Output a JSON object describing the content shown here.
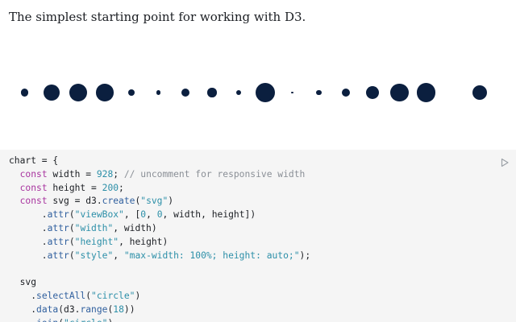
{
  "intro": "The simplest starting point for working with D3.",
  "dots": [
    {
      "r": 0.24
    },
    {
      "r": 0.49
    },
    {
      "r": 0.55
    },
    {
      "r": 0.53
    },
    {
      "r": 0.2
    },
    {
      "r": 0.14
    },
    {
      "r": 0.25
    },
    {
      "r": 0.28
    },
    {
      "r": 0.16
    },
    {
      "r": 0.59
    },
    {
      "r": 0.06
    },
    {
      "r": 0.17
    },
    {
      "r": 0.25
    },
    {
      "r": 0.39
    },
    {
      "r": 0.55
    },
    {
      "r": 0.58
    },
    {
      "r": 0.0
    },
    {
      "r": 0.45
    }
  ],
  "colors": {
    "dot": "#0b1f3f",
    "code_bg": "#f5f5f5"
  },
  "run_icon": "play-icon",
  "code": {
    "l1": [
      {
        "t": "chart = {",
        "c": ""
      }
    ],
    "l2": [
      {
        "t": "  ",
        "c": ""
      },
      {
        "t": "const",
        "c": "kw"
      },
      {
        "t": " width = ",
        "c": ""
      },
      {
        "t": "928",
        "c": "num"
      },
      {
        "t": "; ",
        "c": ""
      },
      {
        "t": "// uncomment for responsive width",
        "c": "cm"
      }
    ],
    "l3": [
      {
        "t": "  ",
        "c": ""
      },
      {
        "t": "const",
        "c": "kw"
      },
      {
        "t": " height = ",
        "c": ""
      },
      {
        "t": "200",
        "c": "num"
      },
      {
        "t": ";",
        "c": ""
      }
    ],
    "l4": [
      {
        "t": "  ",
        "c": ""
      },
      {
        "t": "const",
        "c": "kw"
      },
      {
        "t": " svg = d3.",
        "c": ""
      },
      {
        "t": "create",
        "c": "fn"
      },
      {
        "t": "(",
        "c": ""
      },
      {
        "t": "\"svg\"",
        "c": "str"
      },
      {
        "t": ")",
        "c": ""
      }
    ],
    "l5": [
      {
        "t": "      .",
        "c": ""
      },
      {
        "t": "attr",
        "c": "fn"
      },
      {
        "t": "(",
        "c": ""
      },
      {
        "t": "\"viewBox\"",
        "c": "str"
      },
      {
        "t": ", [",
        "c": ""
      },
      {
        "t": "0",
        "c": "num"
      },
      {
        "t": ", ",
        "c": ""
      },
      {
        "t": "0",
        "c": "num"
      },
      {
        "t": ", width, height])",
        "c": ""
      }
    ],
    "l6": [
      {
        "t": "      .",
        "c": ""
      },
      {
        "t": "attr",
        "c": "fn"
      },
      {
        "t": "(",
        "c": ""
      },
      {
        "t": "\"width\"",
        "c": "str"
      },
      {
        "t": ", width)",
        "c": ""
      }
    ],
    "l7": [
      {
        "t": "      .",
        "c": ""
      },
      {
        "t": "attr",
        "c": "fn"
      },
      {
        "t": "(",
        "c": ""
      },
      {
        "t": "\"height\"",
        "c": "str"
      },
      {
        "t": ", height)",
        "c": ""
      }
    ],
    "l8": [
      {
        "t": "      .",
        "c": ""
      },
      {
        "t": "attr",
        "c": "fn"
      },
      {
        "t": "(",
        "c": ""
      },
      {
        "t": "\"style\"",
        "c": "str"
      },
      {
        "t": ", ",
        "c": ""
      },
      {
        "t": "\"max-width: 100%; height: auto;\"",
        "c": "str"
      },
      {
        "t": ");",
        "c": ""
      }
    ],
    "l9": [
      {
        "t": "",
        "c": ""
      }
    ],
    "l10": [
      {
        "t": "  svg",
        "c": ""
      }
    ],
    "l11": [
      {
        "t": "    .",
        "c": ""
      },
      {
        "t": "selectAll",
        "c": "fn"
      },
      {
        "t": "(",
        "c": ""
      },
      {
        "t": "\"circle\"",
        "c": "str"
      },
      {
        "t": ")",
        "c": ""
      }
    ],
    "l12": [
      {
        "t": "    .",
        "c": ""
      },
      {
        "t": "data",
        "c": "fn"
      },
      {
        "t": "(d3.",
        "c": ""
      },
      {
        "t": "range",
        "c": "fn"
      },
      {
        "t": "(",
        "c": ""
      },
      {
        "t": "18",
        "c": "num"
      },
      {
        "t": "))",
        "c": ""
      }
    ],
    "l13": [
      {
        "t": "    .",
        "c": ""
      },
      {
        "t": "join",
        "c": "fn"
      },
      {
        "t": "(",
        "c": ""
      },
      {
        "t": "\"circle\"",
        "c": "str"
      },
      {
        "t": ")",
        "c": ""
      }
    ]
  }
}
